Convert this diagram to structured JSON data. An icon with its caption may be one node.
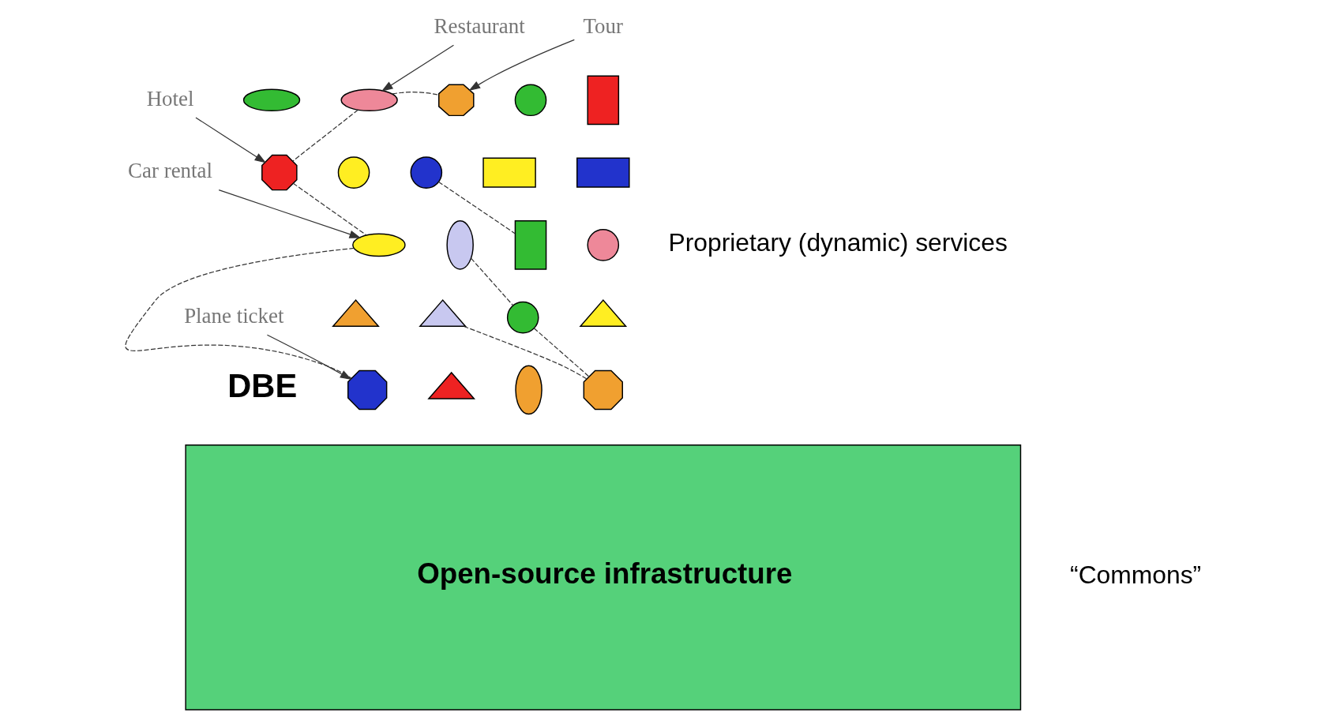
{
  "diagram": {
    "nodes": [
      {
        "text": [
          "Restaurant"
        ]
      },
      {
        "text": [
          "Tour"
        ]
      },
      {
        "text": [
          "Hotel"
        ]
      },
      {
        "text": [
          "Car rental"
        ]
      },
      {
        "text": [
          "Plane ticket"
        ]
      },
      {
        "text": [],
        "shape": "ellipse"
      },
      {
        "text": [],
        "shape": "ellipse"
      },
      {
        "text": [],
        "shape": "octagon"
      },
      {
        "text": [],
        "shape": "circle"
      },
      {
        "text": [],
        "shape": "box"
      },
      {
        "text": [],
        "shape": "circle"
      },
      {
        "text": [],
        "shape": "box"
      },
      {
        "text": [],
        "shape": "box"
      },
      {
        "text": [],
        "shape": "octagon"
      },
      {
        "text": [],
        "shape": "circle"
      },
      {
        "text": [],
        "shape": "ellipse"
      },
      {
        "text": [],
        "shape": "ellipse"
      },
      {
        "text": [],
        "shape": "box"
      },
      {
        "text": [],
        "shape": "circle"
      },
      {
        "text": [],
        "shape": "triangle"
      },
      {
        "text": [],
        "shape": "triangle"
      },
      {
        "text": [],
        "shape": "circle"
      },
      {
        "text": [],
        "shape": "triangle"
      },
      {
        "text": [],
        "shape": "octagon"
      },
      {
        "text": [],
        "shape": "triangle"
      },
      {
        "text": [],
        "shape": "ellipse"
      },
      {
        "text": [],
        "shape": "octagon"
      },
      {
        "text": [
          "Open-source infrastructure"
        ]
      }
    ],
    "edges": [
      {
        "from": 0,
        "to": 6,
        "arrow": "to"
      },
      {
        "from": 1,
        "to": 7,
        "arrow": "to"
      },
      {
        "from": 2,
        "to": 13,
        "arrow": "to"
      },
      {
        "from": 3,
        "to": 15,
        "arrow": "to"
      },
      {
        "from": 4,
        "to": 23,
        "arrow": "to"
      },
      {
        "from": 6,
        "to": 7,
        "arrow": "none",
        "style": "dashed"
      },
      {
        "from": 6,
        "to": 13,
        "arrow": "none",
        "style": "dashed"
      },
      {
        "from": 13,
        "to": 15,
        "arrow": "none",
        "style": "dashed"
      },
      {
        "from": 15,
        "to": 23,
        "arrow": "none",
        "style": "dashed"
      },
      {
        "from": 10,
        "to": 17,
        "arrow": "none",
        "style": "dashed"
      },
      {
        "from": 16,
        "to": 21,
        "arrow": "none",
        "style": "dashed"
      },
      {
        "from": 21,
        "to": 26,
        "arrow": "none",
        "style": "dashed"
      },
      {
        "from": 26,
        "to": 20,
        "arrow": "none",
        "style": "dashed"
      }
    ],
    "labels": [
      "Proprietary (dynamic) services",
      "DBE",
      "“Commons”"
    ]
  }
}
